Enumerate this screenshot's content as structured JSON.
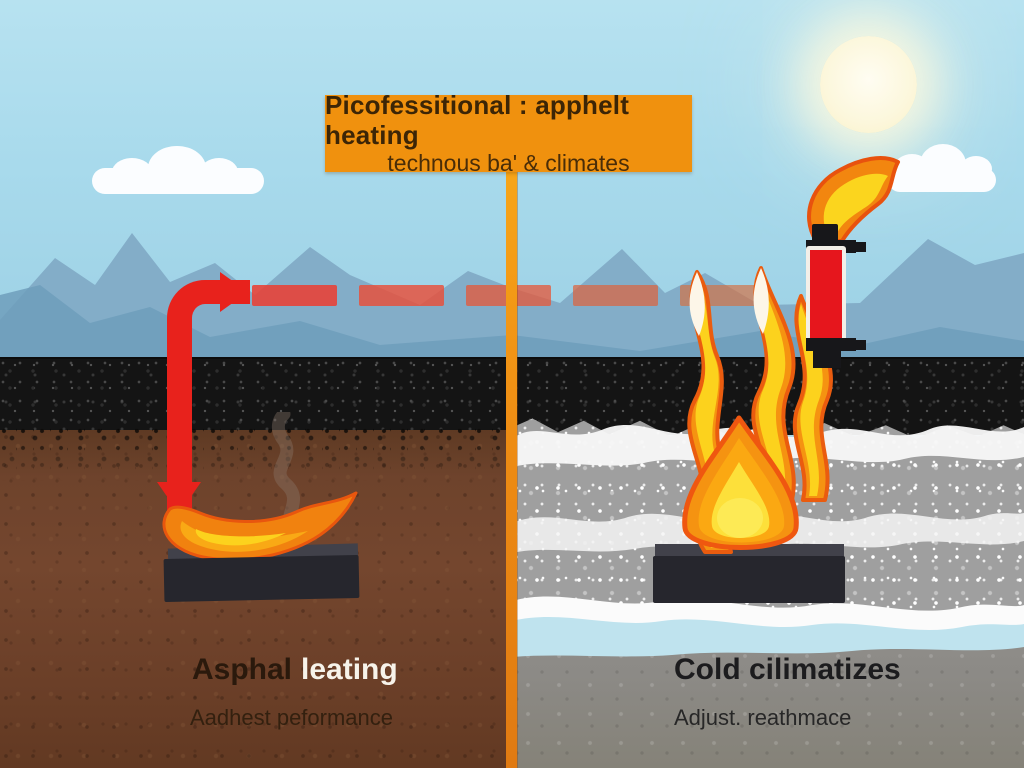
{
  "banner": {
    "title": "Picofessitional : apphelt heating",
    "subtitle": "technous ba' & climates"
  },
  "panels": {
    "left": {
      "title_part1": "Asphal",
      "title_part2": "leating",
      "subtitle": "Aadhest peformance"
    },
    "right": {
      "title": "Cold cilimatizes",
      "subtitle": "Adjust. reathmace"
    }
  },
  "icons": {
    "sun": "pale-cream circle with glow",
    "cloud": "white ellipse cluster",
    "heat_cycle_arrow": "red L-arrow with down arrowhead",
    "dashed_heat_line": "red-orange fading dashes",
    "horizontal_flame": "orange-yellow swoosh flame in tray",
    "bonfire_flame": "three-tongue orange flame with white tips in tray",
    "smoke": "gray curling wisp",
    "torch_heater": "red cylinder with black caps and curving flame"
  },
  "colors": {
    "sky": "#a8daec",
    "banner_orange": "#f0910e",
    "divider_orange": "#ee8c13",
    "arrow_red": "#e8221c",
    "asphalt_black": "#141414",
    "soil_brown": "#74462e",
    "ice_gray": "#9f9f9f",
    "ground_gray": "#8c8a86",
    "flame_orange": "#f1820f",
    "flame_yellow": "#fcd21d",
    "torch_red": "#e6161d",
    "mountain_blue": "#83adc8"
  }
}
